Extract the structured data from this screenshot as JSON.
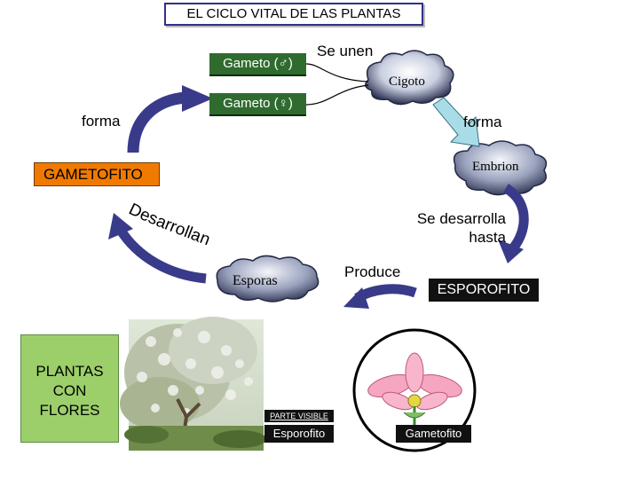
{
  "title": "EL CICLO VITAL DE LAS PLANTAS",
  "gameto_male": "Gameto (♂)",
  "gameto_female": "Gameto (♀)",
  "se_unen": "Se unen",
  "cigoto": "Cigoto",
  "forma_left": "forma",
  "forma_right": "forma",
  "gametofito": "GAMETOFITO",
  "embrion": "Embrion",
  "desarrollan": "Desarrollan",
  "se_desarrolla_hasta": [
    "Se desarrolla",
    "hasta"
  ],
  "esporas": "Esporas",
  "produce": "Produce",
  "esporofito_title": "ESPOROFITO",
  "plantas_con_flores": [
    "PLANTAS",
    "CON",
    "FLORES"
  ],
  "parte_visible": "PARTE VISIBLE",
  "esporofito_caption": "Esporofito",
  "gametofito_caption": "Gametofito",
  "colors": {
    "border_blue": "#30308a",
    "green_box": "#2f6b2f",
    "orange_box": "#f07a00",
    "arrow_blue": "#3a3a8a",
    "arrow_lightblue": "#a8dde8",
    "plantas_green": "#9ccf6a"
  }
}
